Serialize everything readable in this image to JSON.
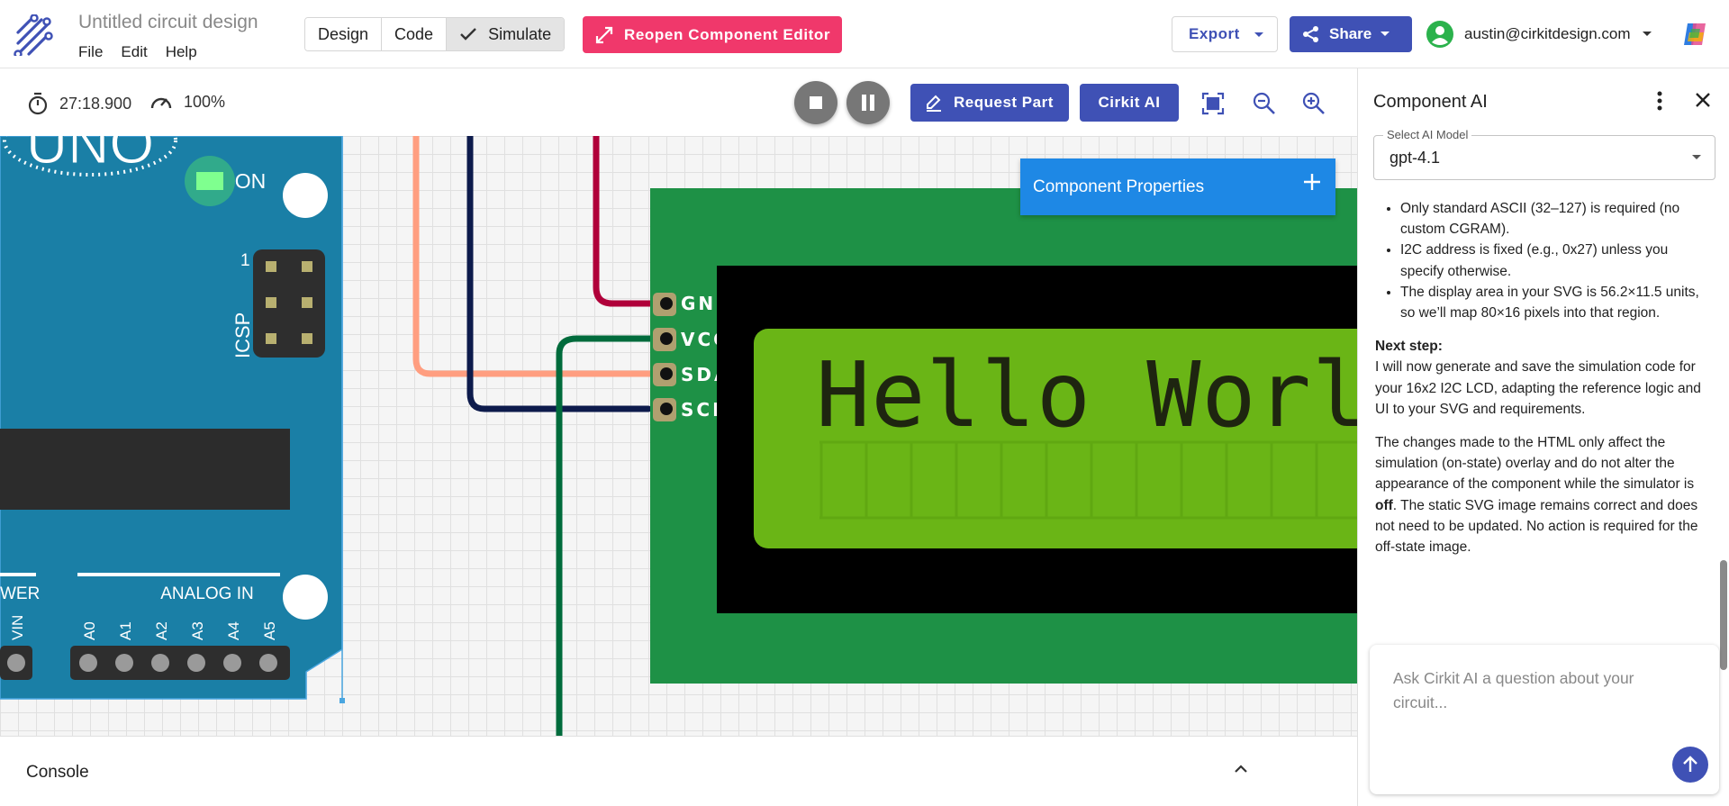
{
  "header": {
    "title": "Untitled circuit design",
    "menu": [
      "File",
      "Edit",
      "Help"
    ],
    "modes": {
      "design": "Design",
      "code": "Code",
      "simulate": "Simulate"
    },
    "reopen_label": "Reopen Component Editor",
    "export_label": "Export",
    "share_label": "Share",
    "account_email": "austin@cirkitdesign.com"
  },
  "toolbar": {
    "timer": "27:18.900",
    "speed": "100%",
    "request_part_label": "Request Part",
    "cirkit_ai_label": "Cirkit AI"
  },
  "canvas": {
    "arduino": {
      "uno_label": "UNO",
      "on_label": "ON",
      "icsp_label": "ICSP",
      "icsp_pin1": "1",
      "power_label": "WER",
      "analog_label": "ANALOG IN",
      "vin_label": "VIN",
      "analog_pins": [
        "A0",
        "A1",
        "A2",
        "A3",
        "A4",
        "A5"
      ]
    },
    "lcd": {
      "pins": [
        "GND",
        "VCC",
        "SDA",
        "SCL"
      ],
      "display_text": "Hello World"
    },
    "properties_label": "Component Properties"
  },
  "console": {
    "label": "Console"
  },
  "ai_panel": {
    "title": "Component AI",
    "model_label": "Select AI Model",
    "model_value": "gpt-4.1",
    "bullets": [
      "Only standard ASCII (32–127) is required (no custom CGRAM).",
      "I2C address is fixed (e.g., 0x27) unless you specify otherwise.",
      "The display area in your SVG is 56.2×11.5 units, so we’ll map 80×16 pixels into that region."
    ],
    "next_step_label": "Next step:",
    "next_step_text": "I will now generate and save the simulation code for your 16x2 I2C LCD, adapting the reference logic and UI to your SVG and requirements.",
    "changes_text_1": "The changes made to the HTML only affect the simulation (on-state) overlay and do not alter the appearance of the component while the simulator is ",
    "changes_bold": "off",
    "changes_text_2": ". The static SVG image remains correct and does not need to be updated. No action is required for the off-state image.",
    "chat_placeholder": "Ask Cirkit AI a question about your circuit..."
  },
  "colors": {
    "accent": "#3f51b5",
    "pink": "#f0386b",
    "board_blue": "#1a7fa6",
    "lcd_green": "#1e9146",
    "lcd_screen": "#6ab516",
    "property_blue": "#1e88e5"
  }
}
